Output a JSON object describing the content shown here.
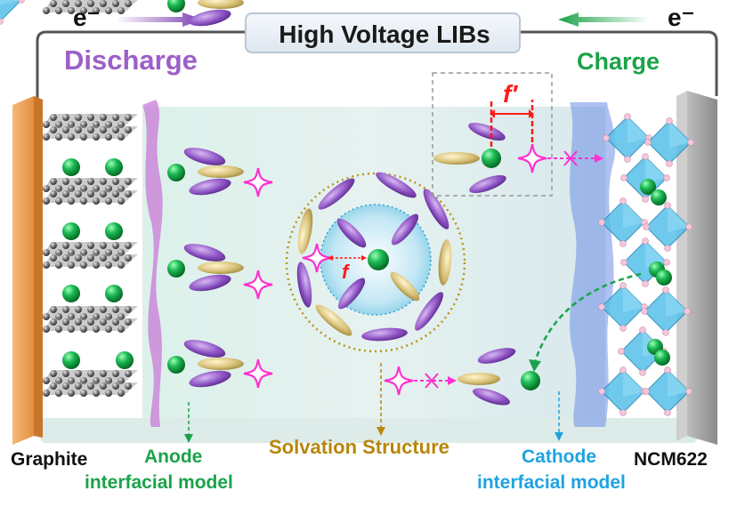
{
  "title": "High Voltage LIBs",
  "electron_left": "e⁻",
  "electron_right": "e⁻",
  "discharge_label": "Discharge",
  "charge_label": "Charge",
  "graphite_label": "Graphite",
  "ncm_label": "NCM622",
  "anode_label_line1": "Anode",
  "anode_label_line2": "interfacial model",
  "solvation_label": "Solvation Structure",
  "cathode_label_line1": "Cathode",
  "cathode_label_line2": "interfacial model",
  "f_symbol": "f",
  "f_prime_symbol": "f′",
  "colors": {
    "discharge": "#9c5fc8",
    "charge": "#1aa34a",
    "anode_text": "#1aa34a",
    "cathode_text": "#1fa3e0",
    "solvation_text": "#b8860b",
    "li_ion": "#1db954",
    "anion_star": "#ff2fd0",
    "solvent_purple": "#8e54c4",
    "solvent_gold": "#d9c27a",
    "graphite_plate": "#f0a860",
    "ncm_plate": "#a0a0a0",
    "octahedron": "#3fb2e6",
    "dimension_red": "#ff1a1a"
  },
  "icons": [
    "electron-arrow-icon",
    "anion-star-icon",
    "blocked-arrow-icon",
    "li-ion-icon"
  ]
}
